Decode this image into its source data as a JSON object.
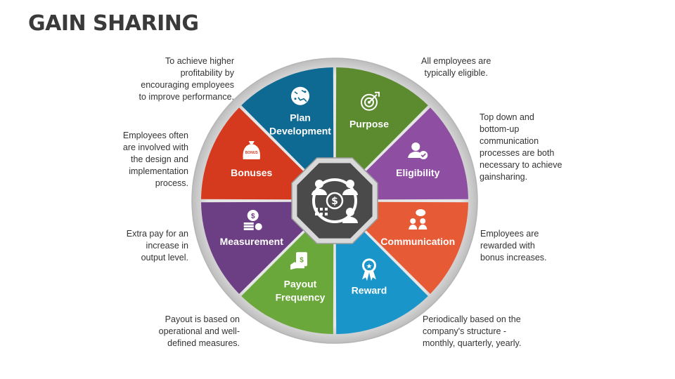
{
  "title": "GAIN SHARING",
  "colors": {
    "purpose": "#5b8a2f",
    "eligibility": "#8e4fa3",
    "communication": "#e65a36",
    "reward": "#1a95c9",
    "payout": "#6aa83b",
    "measurement": "#6c3f84",
    "bonuses": "#d63a1e",
    "plan": "#0f6a93",
    "ring": "#c9c9c9",
    "center": "#4a4a4a"
  },
  "segments": [
    {
      "key": "purpose",
      "label": "Purpose",
      "icon": "target-icon"
    },
    {
      "key": "eligibility",
      "label": "Eligibility",
      "icon": "user-check-icon"
    },
    {
      "key": "communication",
      "label": "Communication",
      "icon": "chat-people-icon"
    },
    {
      "key": "reward",
      "label": "Reward",
      "icon": "award-ribbon-icon"
    },
    {
      "key": "payout",
      "label": "Payout\nFrequency",
      "icon": "cash-hand-icon"
    },
    {
      "key": "measurement",
      "label": "Measurement",
      "icon": "coins-icon"
    },
    {
      "key": "bonuses",
      "label": "Bonuses",
      "icon": "money-bag-icon"
    },
    {
      "key": "plan",
      "label": "Plan\nDevelopment",
      "icon": "plan-map-icon"
    }
  ],
  "descriptions": {
    "purpose": "To achieve higher\nprofitability by\nencouraging employees\nto improve performance.",
    "eligibility": "All employees are\ntypically eligible.",
    "communication": "Top down and\nbottom-up\ncommunication\nprocesses are both\nnecessary to achieve\ngainsharing.",
    "reward": "Employees are\nrewarded with\nbonus increases.",
    "payout": "Periodically based on the\ncompany's structure -\nmonthly, quarterly, yearly.",
    "measurement": "Payout is based on\noperational and well-\ndefined measures.",
    "bonuses": "Extra pay for an\nincrease in\noutput level.",
    "plan": "Employees often\nare involved with\nthe design and\nimplementation\nprocess."
  }
}
